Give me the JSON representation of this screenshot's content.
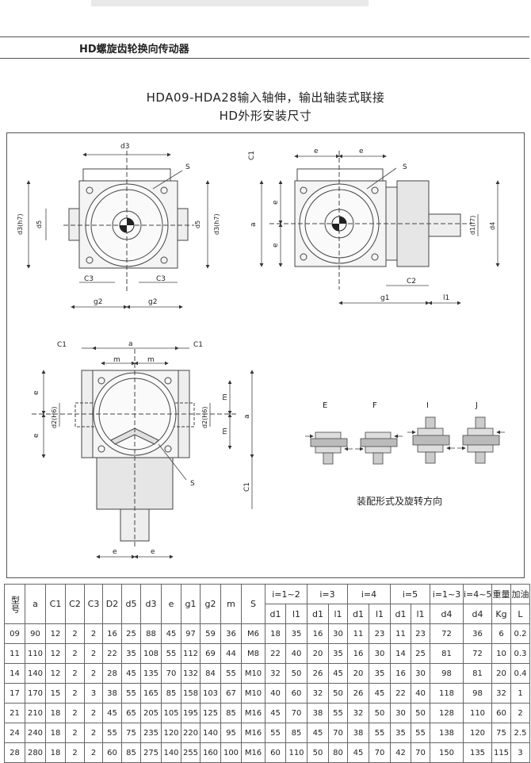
{
  "header": {
    "title": "HD螺旋齿轮换向传动器"
  },
  "section": {
    "title_line1": "HDA09-HDA28输入轴伸，输出轴装式联接",
    "title_line2": "HD外形安装尺寸"
  },
  "drawing_labels": {
    "d3": "d3",
    "S": "S",
    "d5": "d5",
    "d3h7": "d3(h7)",
    "C3": "C3",
    "g2": "g2",
    "C1": "C1",
    "e": "e",
    "a": "a",
    "d1f7": "d1(f7)",
    "d4": "d4",
    "C2": "C2",
    "g1": "g1",
    "l1": "l1",
    "m": "m",
    "d2H6": "d2(H6)"
  },
  "assembly": {
    "labels": [
      "E",
      "F",
      "I",
      "J"
    ],
    "caption": "装配形式及旋转方向"
  },
  "table": {
    "header_row1": [
      "型号",
      "a",
      "C1",
      "C2",
      "C3",
      "D2",
      "d5",
      "d3",
      "e",
      "g1",
      "g2",
      "m",
      "S",
      "i=1~2",
      "i=3",
      "i=4",
      "i=5",
      "i=1~3",
      "i=4~5",
      "重量",
      "加油"
    ],
    "header_row2": [
      "d1",
      "l1",
      "d1",
      "l1",
      "d1",
      "l1",
      "d1",
      "l1",
      "d4",
      "d4",
      "Kg",
      "L"
    ],
    "rows": [
      [
        "09",
        "90",
        "12",
        "2",
        "2",
        "16",
        "25",
        "88",
        "45",
        "97",
        "59",
        "36",
        "M6",
        "18",
        "35",
        "16",
        "30",
        "11",
        "23",
        "11",
        "23",
        "72",
        "36",
        "6",
        "0.2"
      ],
      [
        "11",
        "110",
        "12",
        "2",
        "2",
        "22",
        "35",
        "108",
        "55",
        "112",
        "69",
        "44",
        "M8",
        "22",
        "40",
        "20",
        "35",
        "16",
        "30",
        "14",
        "25",
        "81",
        "72",
        "10",
        "0.3"
      ],
      [
        "14",
        "140",
        "12",
        "2",
        "2",
        "28",
        "45",
        "135",
        "70",
        "132",
        "84",
        "55",
        "M10",
        "32",
        "50",
        "26",
        "45",
        "20",
        "35",
        "16",
        "30",
        "98",
        "81",
        "20",
        "0.4"
      ],
      [
        "17",
        "170",
        "15",
        "2",
        "3",
        "38",
        "55",
        "165",
        "85",
        "158",
        "103",
        "67",
        "M10",
        "40",
        "60",
        "32",
        "50",
        "26",
        "45",
        "22",
        "40",
        "118",
        "98",
        "32",
        "1"
      ],
      [
        "21",
        "210",
        "18",
        "2",
        "2",
        "45",
        "65",
        "205",
        "105",
        "195",
        "125",
        "85",
        "M16",
        "45",
        "70",
        "38",
        "55",
        "32",
        "50",
        "30",
        "50",
        "128",
        "110",
        "60",
        "2"
      ],
      [
        "24",
        "240",
        "18",
        "2",
        "2",
        "55",
        "75",
        "235",
        "120",
        "220",
        "140",
        "95",
        "M16",
        "55",
        "85",
        "45",
        "70",
        "38",
        "55",
        "35",
        "55",
        "138",
        "120",
        "75",
        "2.5"
      ],
      [
        "28",
        "280",
        "18",
        "2",
        "2",
        "60",
        "85",
        "275",
        "140",
        "255",
        "160",
        "100",
        "M16",
        "60",
        "110",
        "50",
        "80",
        "45",
        "70",
        "42",
        "70",
        "150",
        "135",
        "115",
        "3"
      ]
    ]
  }
}
